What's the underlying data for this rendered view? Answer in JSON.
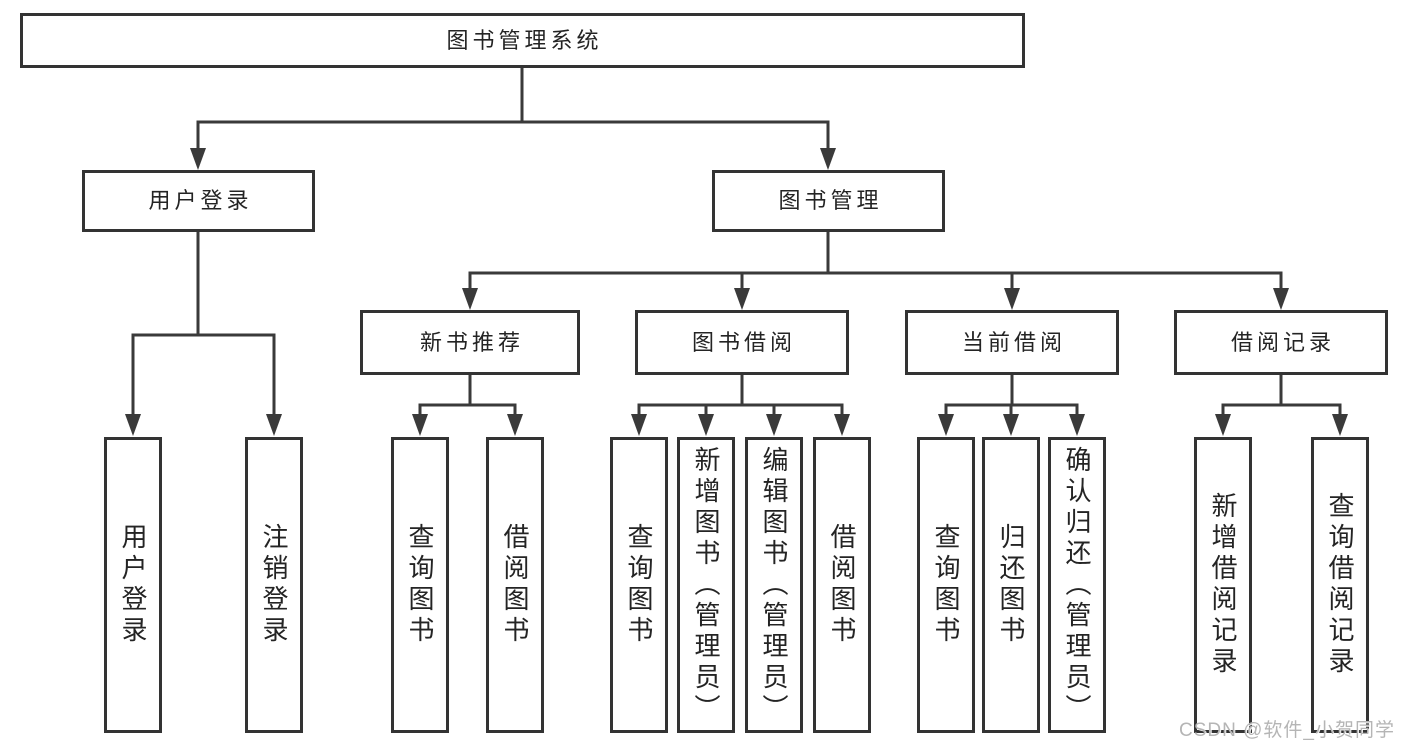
{
  "diagram": {
    "title": "图书管理系统",
    "type_hint": "hierarchy-tree"
  },
  "tree": {
    "label": "图书管理系统",
    "children": [
      {
        "label": "用户登录",
        "children": [
          {
            "label": "用户登录"
          },
          {
            "label": "注销登录"
          }
        ]
      },
      {
        "label": "图书管理",
        "children": [
          {
            "label": "新书推荐",
            "children": [
              {
                "label": "查询图书"
              },
              {
                "label": "借阅图书"
              }
            ]
          },
          {
            "label": "图书借阅",
            "children": [
              {
                "label": "查询图书"
              },
              {
                "label": "新增图书（管理员）"
              },
              {
                "label": "编辑图书（管理员）"
              },
              {
                "label": "借阅图书"
              }
            ]
          },
          {
            "label": "当前借阅",
            "children": [
              {
                "label": "查询图书"
              },
              {
                "label": "归还图书"
              },
              {
                "label": "确认归还（管理员）"
              }
            ]
          },
          {
            "label": "借阅记录",
            "children": [
              {
                "label": "新增借阅记录"
              },
              {
                "label": "查询借阅记录"
              }
            ]
          }
        ]
      }
    ]
  },
  "watermark": {
    "text": "CSDN @软件_小贺同学"
  },
  "colors": {
    "background": "#ffffff",
    "box_border": "#333333",
    "connector_line": "#3a3a3a",
    "text": "#242424",
    "watermark": "#b5b5b5"
  }
}
